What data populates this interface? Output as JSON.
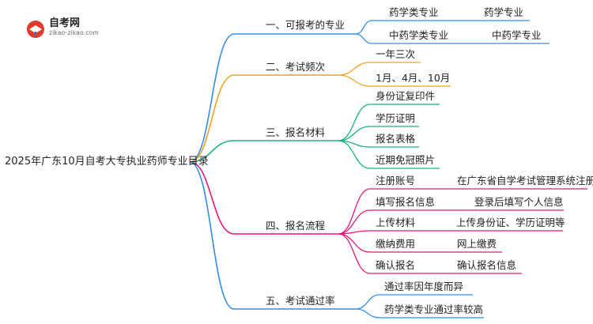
{
  "logo": {
    "title": "自考网",
    "subtitle": "zikao-zikao.com"
  },
  "root": "2025年广东10月自考大专执业药师专业目录",
  "colors": {
    "b1": "#2f8fe8",
    "b2": "#f0a21b",
    "b3": "#1bb37c",
    "b4": "#e8157d",
    "b5": "#2f8fe8",
    "logo_red": "#e03a2c",
    "logo_blue": "#2f6fd8"
  },
  "branches": {
    "b1": {
      "label": "一、可报考的专业",
      "children": [
        {
          "label": "药学类专业",
          "note": "药学专业"
        },
        {
          "label": "中药学类专业",
          "note": "中药学专业"
        }
      ]
    },
    "b2": {
      "label": "二、考试频次",
      "children": [
        {
          "label": "一年三次"
        },
        {
          "label": "1月、4月、10月"
        }
      ]
    },
    "b3": {
      "label": "三、报名材料",
      "children": [
        {
          "label": "身份证复印件"
        },
        {
          "label": "学历证明"
        },
        {
          "label": "报名表格"
        },
        {
          "label": "近期免冠照片"
        }
      ]
    },
    "b4": {
      "label": "四、报名流程",
      "children": [
        {
          "label": "注册账号",
          "note": "在广东省自学考试管理系统注册"
        },
        {
          "label": "填写报名信息",
          "note": "登录后填写个人信息"
        },
        {
          "label": "上传材料",
          "note": "上传身份证、学历证明等"
        },
        {
          "label": "缴纳费用",
          "note": "网上缴费"
        },
        {
          "label": "确认报名",
          "note": "确认报名信息"
        }
      ]
    },
    "b5": {
      "label": "五、考试通过率",
      "children": [
        {
          "label": "通过率因年度而异"
        },
        {
          "label": "药学类专业通过率较高"
        }
      ]
    }
  }
}
